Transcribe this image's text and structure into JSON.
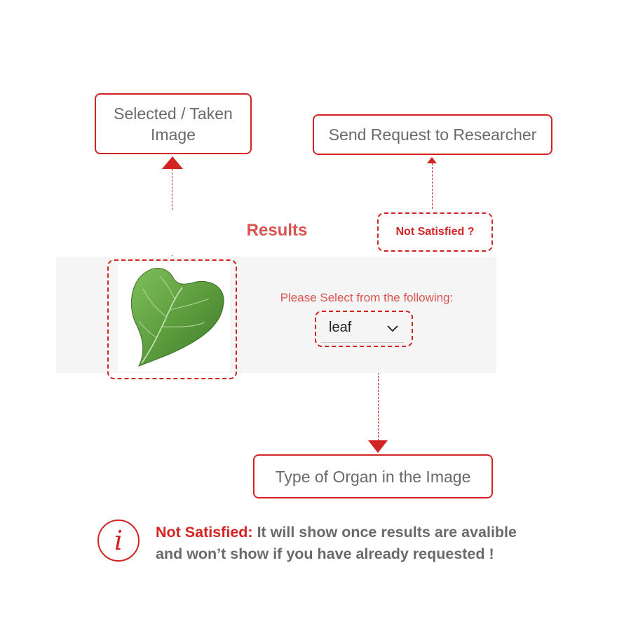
{
  "callouts": {
    "image_label": "Selected / Taken Image",
    "request_label": "Send Request to Researcher",
    "organ_label": "Type of Organ in the Image"
  },
  "app": {
    "results_title": "Results",
    "not_satisfied_link": "Not Satisfied ?",
    "select_prompt": "Please Select from the following:",
    "organ_select": {
      "value": "leaf"
    }
  },
  "note": {
    "lead": "Not Satisfied:",
    "line1": "It will show once results are avalible",
    "line2": "and won’t show if you have already requested !"
  },
  "icons": {
    "info": "i",
    "chevron": "chevron-down-icon"
  },
  "colors": {
    "accent": "#d32424",
    "app_text": "#d9534f",
    "panel_bg": "#f5f5f5",
    "leaf": "#5a9a3c"
  }
}
